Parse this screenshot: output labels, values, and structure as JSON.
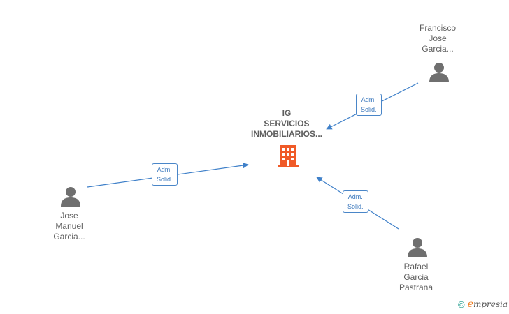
{
  "company": {
    "name_lines": [
      "IG",
      "SERVICIOS",
      "INMOBILIARIOS..."
    ],
    "icon": "building-icon",
    "color": "#f05a28"
  },
  "people": [
    {
      "id": "francisco",
      "name_lines": [
        "Francisco",
        "Jose",
        "Garcia..."
      ],
      "icon": "person-icon"
    },
    {
      "id": "jose",
      "name_lines": [
        "Jose",
        "Manuel",
        "Garcia..."
      ],
      "icon": "person-icon"
    },
    {
      "id": "rafael",
      "name_lines": [
        "Rafael",
        "Garcia",
        "Pastrana"
      ],
      "icon": "person-icon"
    }
  ],
  "edges": [
    {
      "from": "francisco",
      "role_lines": [
        "Adm.",
        "Solid."
      ]
    },
    {
      "from": "jose",
      "role_lines": [
        "Adm.",
        "Solid."
      ]
    },
    {
      "from": "rafael",
      "role_lines": [
        "Adm.",
        "Solid."
      ]
    }
  ],
  "colors": {
    "edge": "#3f80c9",
    "person": "#6f6f6f",
    "text": "#5f5f5f"
  },
  "footer": {
    "copyright_symbol": "©",
    "brand_initial": "e",
    "brand_rest": "mpresia"
  }
}
